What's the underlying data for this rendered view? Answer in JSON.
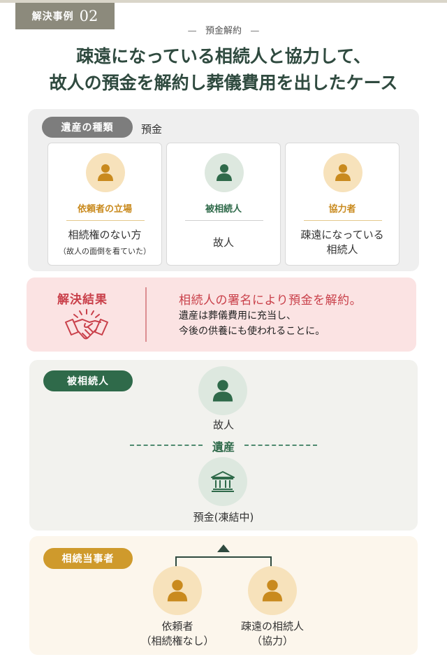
{
  "header": {
    "case_label": "解決事例",
    "case_number": "02",
    "category": "預金解約",
    "category_dash": "—",
    "title_line1": "疎遠になっている相続人と協力して、",
    "title_line2": "故人の預金を解約し葬儀費用を出したケース"
  },
  "asset": {
    "tag": "遺産の種類",
    "value": "預金",
    "cards": [
      {
        "role": "依頼者の立場",
        "main": "相続権のない方",
        "note": "（故人の面倒を看ていた）",
        "icon": "person-icon",
        "color": "#c98a1e"
      },
      {
        "role": "被相続人",
        "main": "故人",
        "icon": "person-icon",
        "color": "#2f6a4a"
      },
      {
        "role": "協力者",
        "main1": "疎遠になっている",
        "main2": "相続人",
        "icon": "person-icon",
        "color": "#c98a1e"
      }
    ]
  },
  "result": {
    "label": "解決結果",
    "icon": "handshake-icon",
    "headline": "相続人の署名により預金を解約。",
    "body1": "遺産は葬儀費用に充当し、",
    "body2": "今後の供養にも使われることに。"
  },
  "estate": {
    "tag": "被相続人",
    "decedent": "故人",
    "separator": "遺産",
    "asset_label": "預金(凍結中)",
    "asset_icon": "bank-icon"
  },
  "parties": {
    "tag": "相続当事者",
    "left_line1": "依頼者",
    "left_line2": "（相続権なし）",
    "right_line1": "疎遠の相続人",
    "right_line2": "（協力）"
  },
  "colors": {
    "green": "#2f6a4a",
    "gold": "#cf9a2c",
    "red": "#c9404a",
    "gray": "#7d7d7d"
  }
}
